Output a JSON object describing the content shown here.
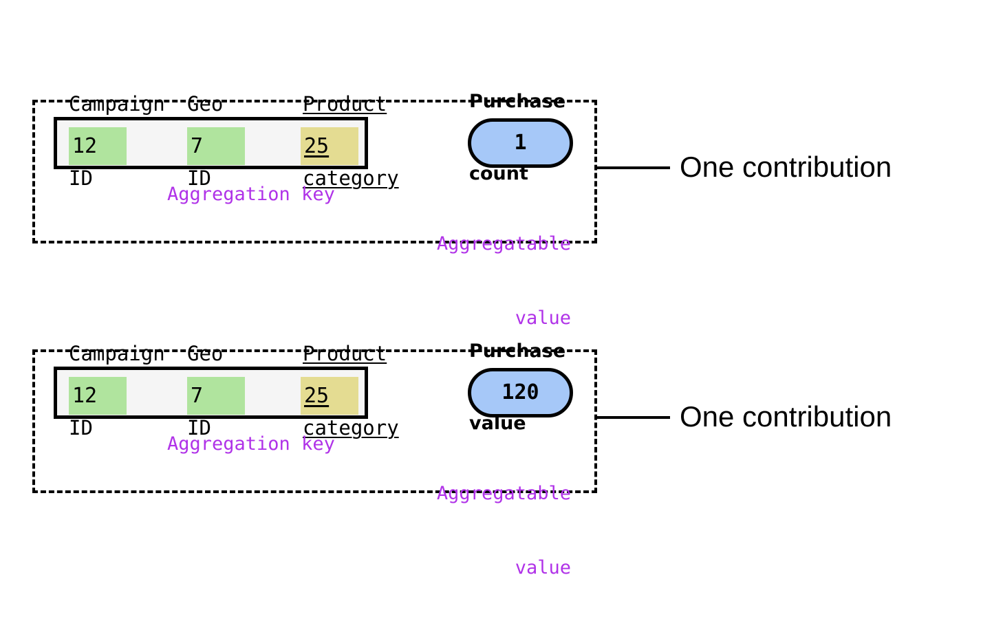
{
  "diagram": {
    "title_colors": {
      "key_cell_green": "#b0e49e",
      "key_cell_khaki": "#e4dc92",
      "value_pill_blue": "#a6c8f8",
      "annotation_purple": "#b032e8",
      "key_box_background": "#f5f5f5",
      "stroke_black": "#000000"
    },
    "blocks": [
      {
        "headers": {
          "campaign": "Campaign\nID",
          "campaign_line1": "Campaign",
          "campaign_line2": "ID",
          "geo_line1": "Geo",
          "geo_line2": "ID",
          "product_line1": "Product",
          "product_line2": "category",
          "metric_line1": "Purchase",
          "metric_line2": "count"
        },
        "key_cells": [
          {
            "value": "12",
            "highlight": "green"
          },
          {
            "value": "7",
            "highlight": "green"
          },
          {
            "value": "25",
            "highlight": "khaki"
          }
        ],
        "aggregatable_value": "1",
        "annotations": {
          "key_label": "Aggregation key",
          "value_label_line1": "Aggregatable",
          "value_label_line2": "value"
        },
        "caption": "One contribution"
      },
      {
        "headers": {
          "campaign_line1": "Campaign",
          "campaign_line2": "ID",
          "geo_line1": "Geo",
          "geo_line2": "ID",
          "product_line1": "Product",
          "product_line2": "category",
          "metric_line1": "Purchase",
          "metric_line2": "value"
        },
        "key_cells": [
          {
            "value": "12",
            "highlight": "green"
          },
          {
            "value": "7",
            "highlight": "green"
          },
          {
            "value": "25",
            "highlight": "khaki"
          }
        ],
        "aggregatable_value": "120",
        "annotations": {
          "key_label": "Aggregation key",
          "value_label_line1": "Aggregatable",
          "value_label_line2": "value"
        },
        "caption": "One contribution"
      }
    ]
  }
}
